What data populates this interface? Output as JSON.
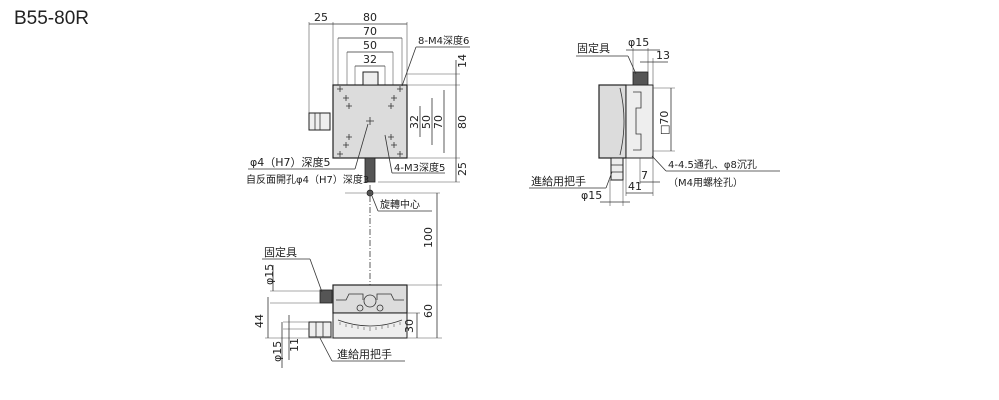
{
  "title": "B55-80R",
  "top_view": {
    "dim_25": "25",
    "dim_80": "80",
    "dim_70": "70",
    "dim_50": "50",
    "dim_32": "32",
    "dim_r32": "32",
    "dim_r50": "50",
    "dim_r70": "70",
    "dim_r80": "80",
    "dim_14": "14",
    "dim_25b": "25",
    "note_m4": "8-M4深度6",
    "note_m3": "4-M3深度5",
    "note_pin": "φ4（H7）深度5",
    "note_back": "自反面開孔φ4（H7）深度3",
    "rotation_center": "旋轉中心"
  },
  "front_view": {
    "dim_100": "100",
    "dim_60": "60",
    "dim_30": "30",
    "dim_44": "44",
    "dim_11": "11",
    "dim_phi15_top": "φ15",
    "dim_phi15_bottom": "φ15",
    "fixture": "固定具",
    "feed_handle": "進給用把手"
  },
  "side_view": {
    "fixture": "固定具",
    "dim_phi15_top": "φ15",
    "dim_13": "13",
    "dim_sq70": "□70",
    "note_holes": "4-4.5通孔、φ8沉孔",
    "note_bolts": "（M4用螺栓孔）",
    "feed_handle": "進給用把手",
    "dim_phi15_bottom": "φ15",
    "dim_7": "7",
    "dim_41": "41"
  }
}
